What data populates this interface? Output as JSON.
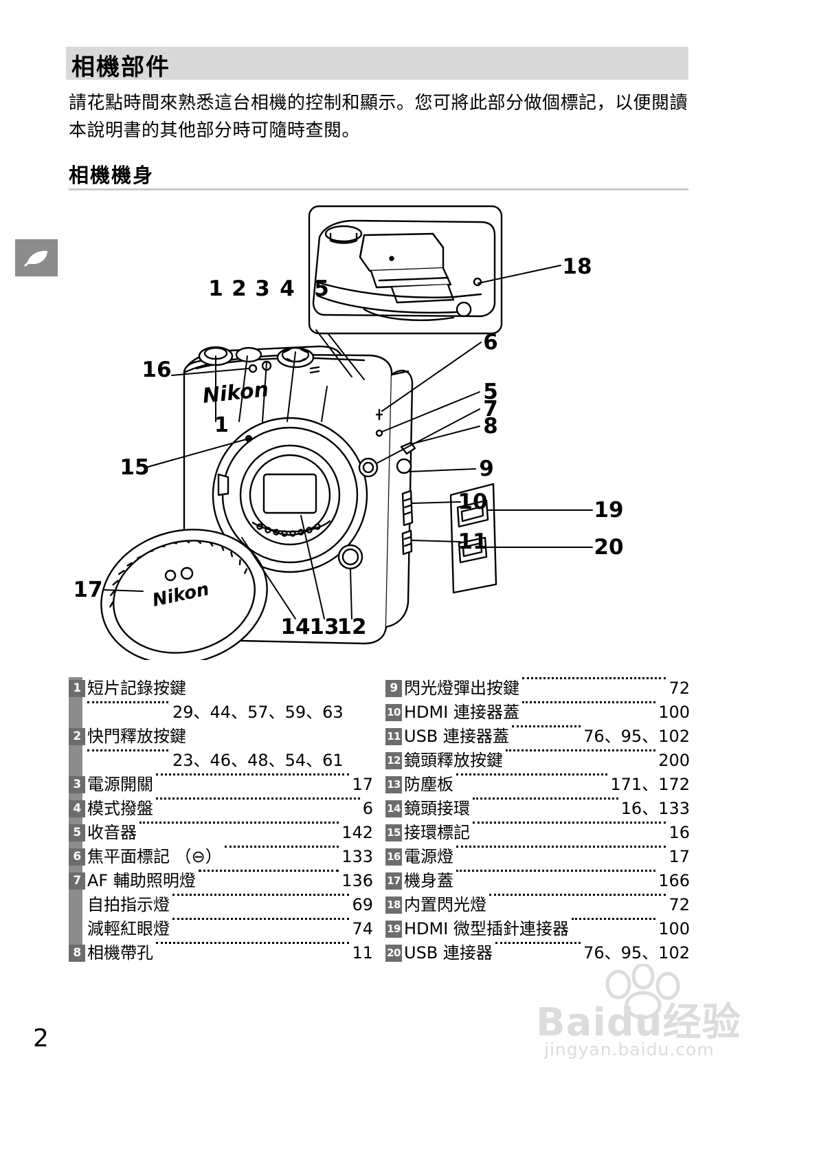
{
  "heading": "相機部件",
  "intro": "請花點時間來熟悉這台相機的控制和顯示。您可將此部分做個標記，以便閱讀本說明書的其他部分時可隨時查閱。",
  "subheading": "相機機身",
  "side_tab_icon": "leaf-icon",
  "figure": {
    "alt": "camera-body-diagram",
    "callouts_top": [
      "1",
      "2",
      "3",
      "4",
      "5"
    ],
    "callouts_right": [
      "18",
      "6",
      "5",
      "7",
      "8",
      "9",
      "10",
      "11",
      "19",
      "20"
    ],
    "callouts_left": [
      "16",
      "1",
      "15",
      "17"
    ],
    "callouts_bottom": [
      "14",
      "13",
      "12"
    ],
    "brand_marks": [
      "Nikon",
      "1",
      "on",
      "Nikon"
    ]
  },
  "parts_left": [
    {
      "num": "1",
      "label": "短片記錄按鍵",
      "page": "",
      "cont": "29、44、57、59、63"
    },
    {
      "num": "2",
      "label": "快門釋放按鍵",
      "page": "",
      "cont": "23、46、48、54、61"
    },
    {
      "num": "3",
      "label": "電源開關",
      "page": "17"
    },
    {
      "num": "4",
      "label": "模式撥盤",
      "page": "6"
    },
    {
      "num": "5",
      "label": "收音器",
      "page": "142"
    },
    {
      "num": "6",
      "label": "焦平面標記 （⊖）",
      "page": "133"
    },
    {
      "num": "7",
      "label": "AF 輔助照明燈",
      "page": "136"
    },
    {
      "num": "",
      "label": "自拍指示燈",
      "page": "69",
      "sub": true
    },
    {
      "num": "",
      "label": "減輕紅眼燈",
      "page": "74",
      "sub": true
    },
    {
      "num": "8",
      "label": "相機帶孔",
      "page": "11"
    }
  ],
  "parts_right": [
    {
      "num": "9",
      "label": "閃光燈彈出按鍵",
      "page": "72"
    },
    {
      "num": "10",
      "label": "HDMI 連接器蓋",
      "page": "100"
    },
    {
      "num": "11",
      "label": "USB 連接器蓋",
      "page": "76、95、102"
    },
    {
      "num": "12",
      "label": "鏡頭釋放按鍵",
      "page": "200"
    },
    {
      "num": "13",
      "label": "防塵板",
      "page": "171、172"
    },
    {
      "num": "14",
      "label": "鏡頭接環",
      "page": "16、133"
    },
    {
      "num": "15",
      "label": "接環標記",
      "page": "16"
    },
    {
      "num": "16",
      "label": "電源燈",
      "page": "17"
    },
    {
      "num": "17",
      "label": "機身蓋",
      "page": "166"
    },
    {
      "num": "18",
      "label": "内置閃光燈",
      "page": "72"
    },
    {
      "num": "19",
      "label": "HDMI 微型插針連接器",
      "page": "100"
    },
    {
      "num": "20",
      "label": "USB 連接器",
      "page": "76、95、102"
    }
  ],
  "watermark": {
    "text": "Baidu经验",
    "sub": "jingyan.baidu.com"
  },
  "page_number": "2"
}
